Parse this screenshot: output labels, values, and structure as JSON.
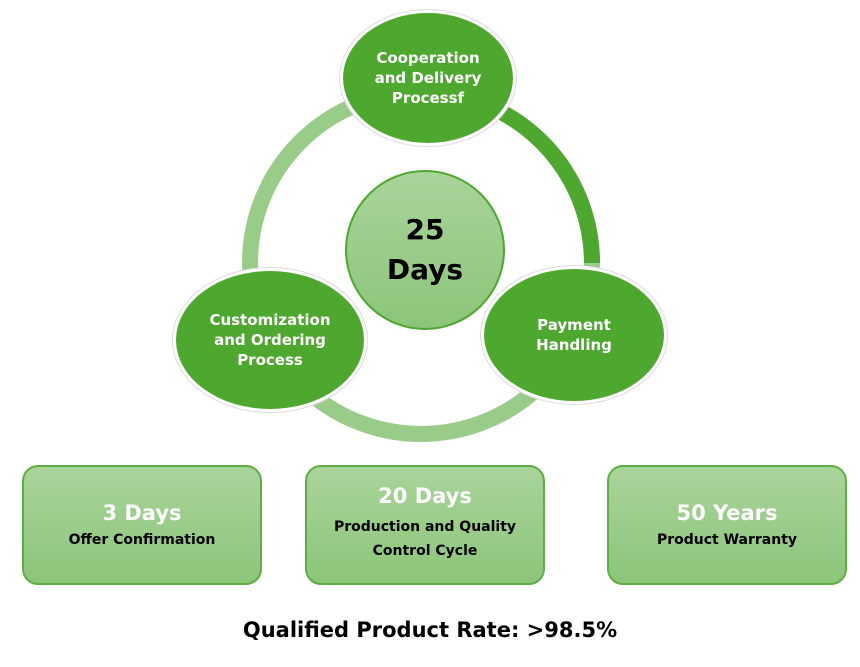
{
  "colors": {
    "dark_green": "#4ea72e",
    "light_green": "#99cc88"
  },
  "cycle": {
    "center": {
      "number": "25",
      "unit": "Days"
    },
    "nodes": [
      {
        "lines": [
          "Cooperation",
          "and Delivery",
          "Processf"
        ]
      },
      {
        "lines": [
          "Payment",
          "Handling"
        ]
      },
      {
        "lines": [
          "Customization",
          "and Ordering",
          "Process"
        ]
      }
    ]
  },
  "stats": [
    {
      "value": "3 Days",
      "lines": [
        "Offer Confirmation"
      ]
    },
    {
      "value": "20 Days",
      "lines": [
        "Production and Quality",
        "Control Cycle"
      ]
    },
    {
      "value": "50 Years",
      "lines": [
        "Product Warranty"
      ]
    }
  ],
  "footer": "Qualified Product Rate: >98.5%"
}
